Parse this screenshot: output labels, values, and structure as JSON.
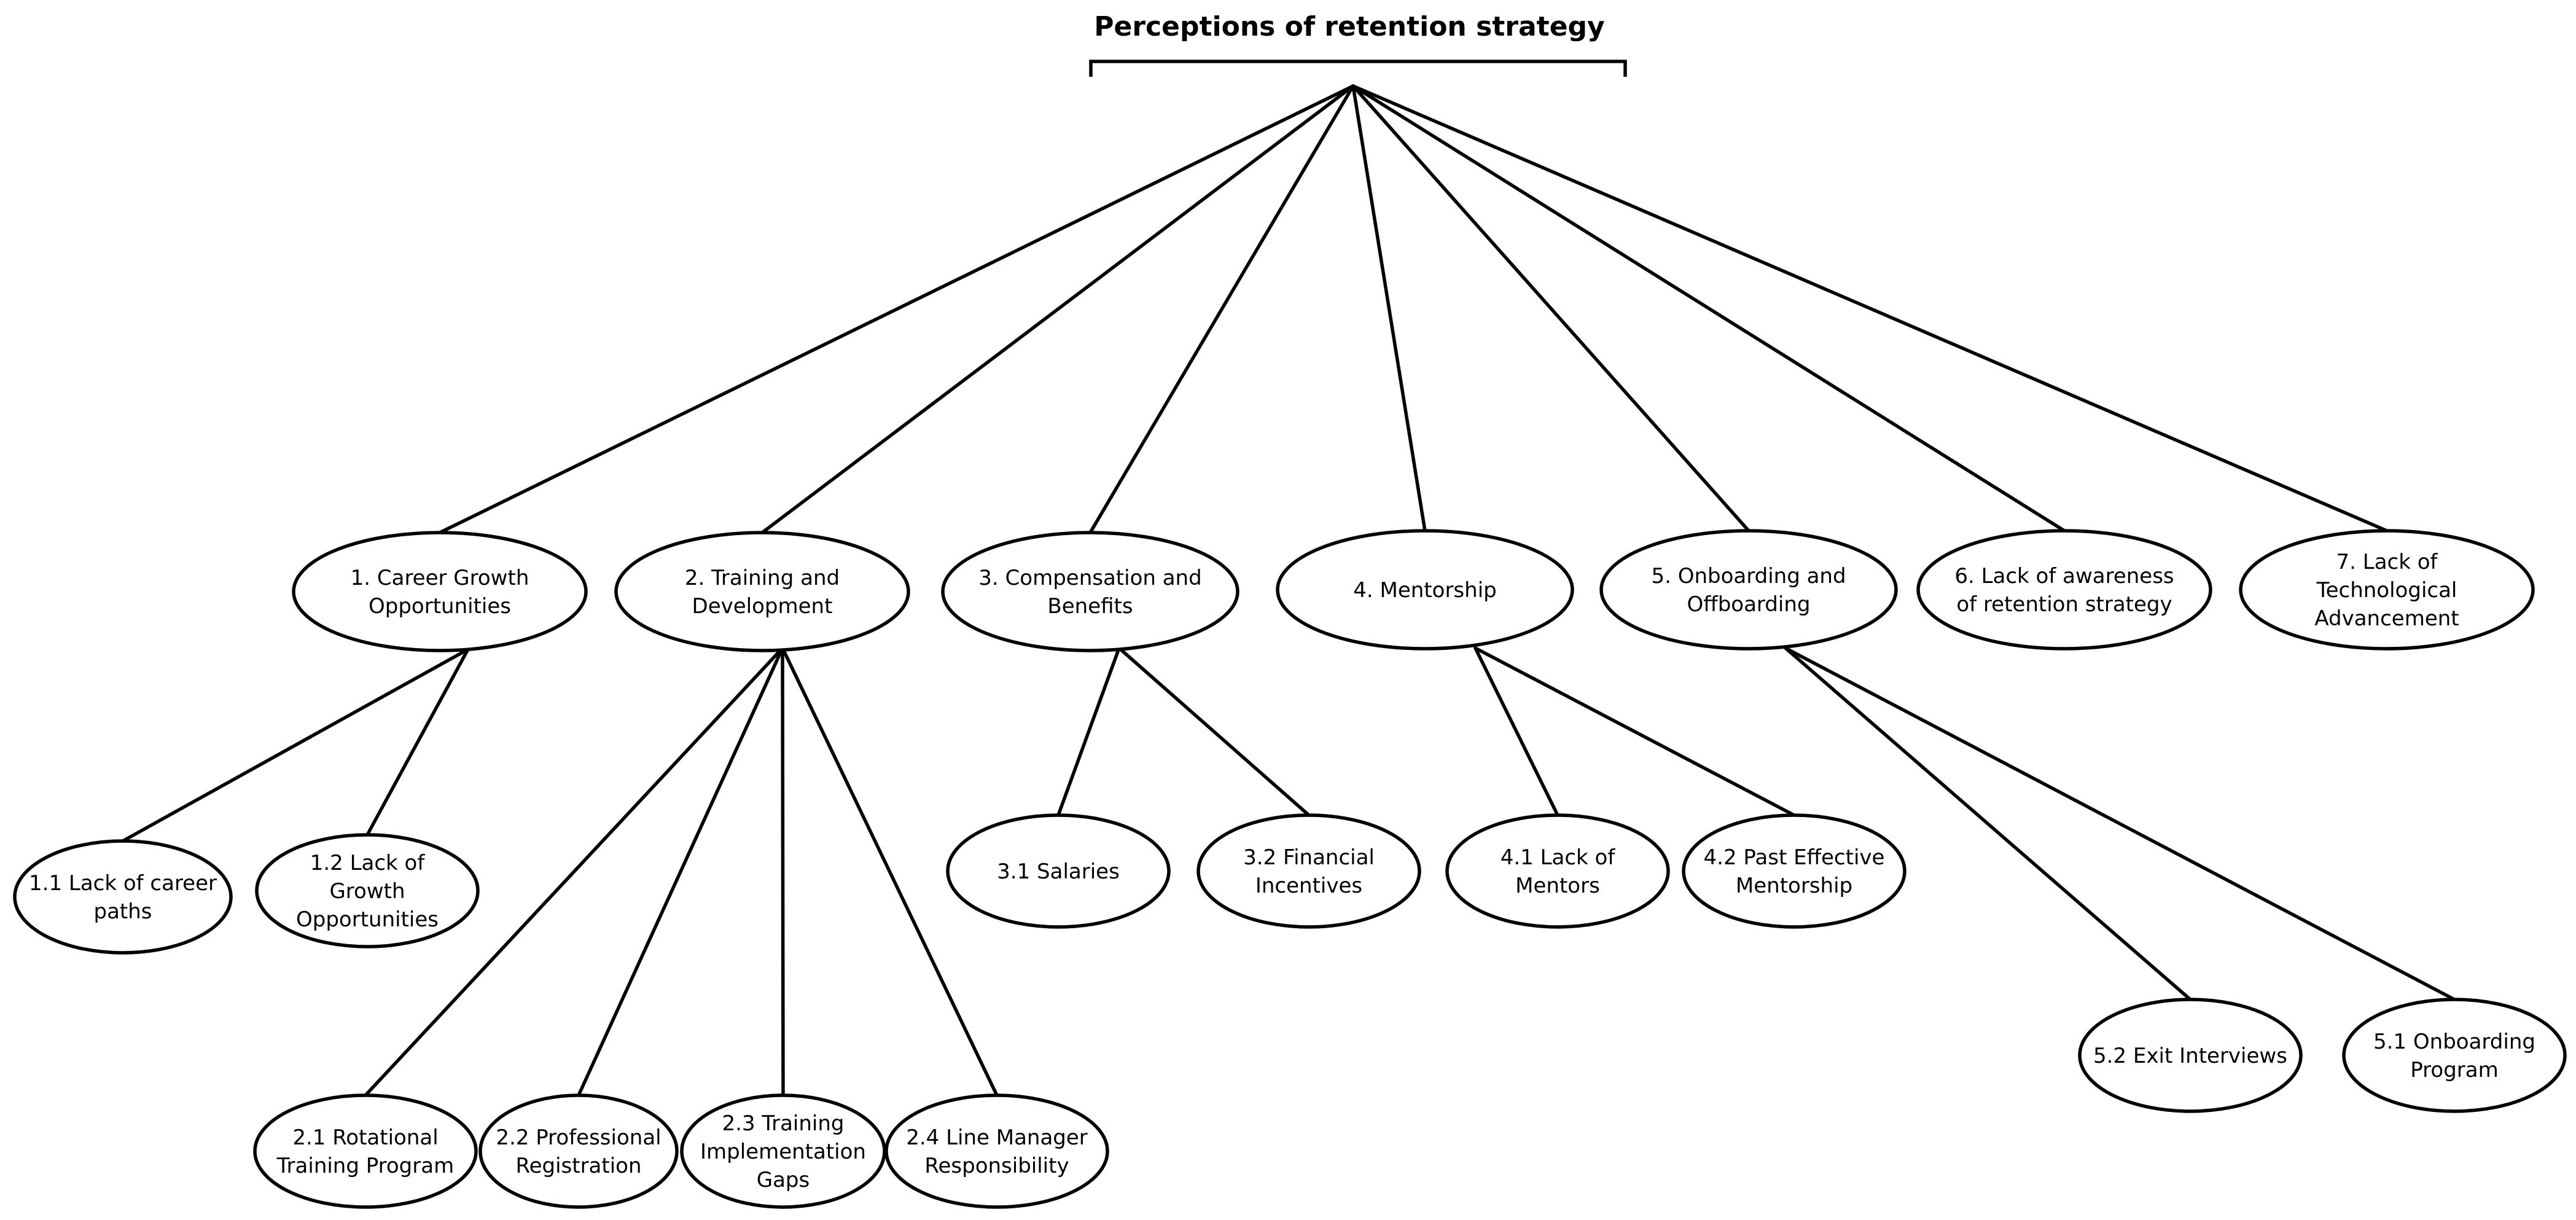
{
  "title": "Perceptions of retention strategy",
  "themes": [
    {
      "id": "t1",
      "lines": [
        "1. Career Growth",
        "Opportunities"
      ],
      "subthemes": [
        {
          "id": "s1_1",
          "lines": [
            "1.1 Lack of career",
            "paths"
          ]
        },
        {
          "id": "s1_2",
          "lines": [
            "1.2 Lack of",
            "Growth",
            "Opportunities"
          ]
        }
      ]
    },
    {
      "id": "t2",
      "lines": [
        "2. Training and",
        "Development"
      ],
      "subthemes": [
        {
          "id": "s2_1",
          "lines": [
            "2.1 Rotational",
            "Training Program"
          ]
        },
        {
          "id": "s2_2",
          "lines": [
            "2.2 Professional",
            "Registration"
          ]
        },
        {
          "id": "s2_3",
          "lines": [
            "2.3 Training",
            "Implementation",
            "Gaps"
          ]
        },
        {
          "id": "s2_4",
          "lines": [
            "2.4 Line Manager",
            "Responsibility"
          ]
        }
      ]
    },
    {
      "id": "t3",
      "lines": [
        "3. Compensation and",
        "Benefits"
      ],
      "subthemes": [
        {
          "id": "s3_1",
          "lines": [
            "3.1 Salaries"
          ]
        },
        {
          "id": "s3_2",
          "lines": [
            "3.2 Financial",
            "Incentives"
          ]
        }
      ]
    },
    {
      "id": "t4",
      "lines": [
        "4. Mentorship"
      ],
      "subthemes": [
        {
          "id": "s4_1",
          "lines": [
            "4.1 Lack of",
            "Mentors"
          ]
        },
        {
          "id": "s4_2",
          "lines": [
            "4.2 Past Effective",
            "Mentorship"
          ]
        }
      ]
    },
    {
      "id": "t5",
      "lines": [
        "5. Onboarding and",
        "Offboarding"
      ],
      "subthemes": [
        {
          "id": "s5_2",
          "lines": [
            "5.2 Exit Interviews"
          ]
        },
        {
          "id": "s5_1",
          "lines": [
            "5.1 Onboarding",
            "Program"
          ]
        }
      ]
    },
    {
      "id": "t6",
      "lines": [
        "6. Lack of awareness",
        "of retention strategy"
      ],
      "subthemes": []
    },
    {
      "id": "t7",
      "lines": [
        "7. Lack of",
        "Technological",
        "Advancement"
      ],
      "subthemes": []
    }
  ]
}
